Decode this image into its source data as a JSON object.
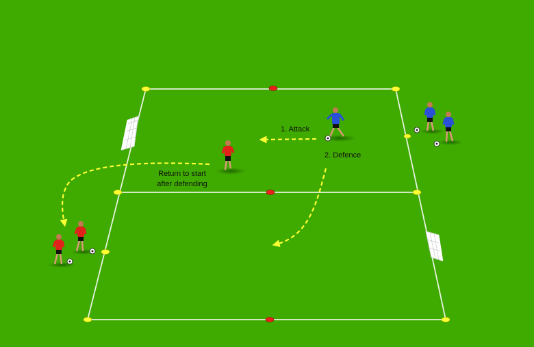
{
  "labels": {
    "attack": "1. Attack",
    "defence": "2. Defence",
    "return_line1": "Return to start",
    "return_line2": "after defending"
  },
  "colors": {
    "grass": "#3faa00",
    "lines": "#e6f3e0",
    "cone_yellow": "#ffff33",
    "cone_red": "#e8221a",
    "team_red": "#e3211b",
    "team_blue": "#2a4fd8",
    "arrow": "#ffff33"
  }
}
